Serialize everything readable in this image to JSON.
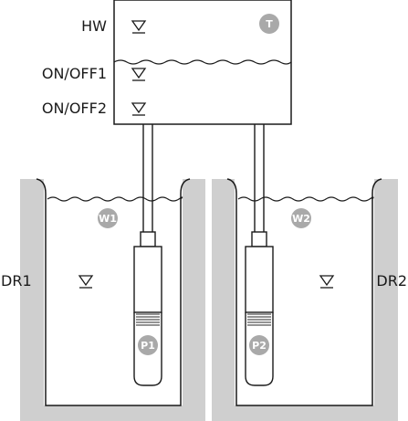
{
  "control_box": {
    "level_labels": {
      "hw": "HW",
      "on_off_1": "ON/OFF1",
      "on_off_2": "ON/OFF2"
    },
    "badge": "T"
  },
  "shafts": {
    "left": {
      "label": "DR1",
      "water_badge": "W1",
      "pump_badge": "P1"
    },
    "right": {
      "label": "DR2",
      "water_badge": "W2",
      "pump_badge": "P2"
    }
  },
  "colors": {
    "wall": "#cfcfcf",
    "line": "#1a1a1a",
    "badge": "#a9a9a9",
    "pump_band": "#555555"
  },
  "icons": {
    "level": "water-level-triangle-icon"
  }
}
